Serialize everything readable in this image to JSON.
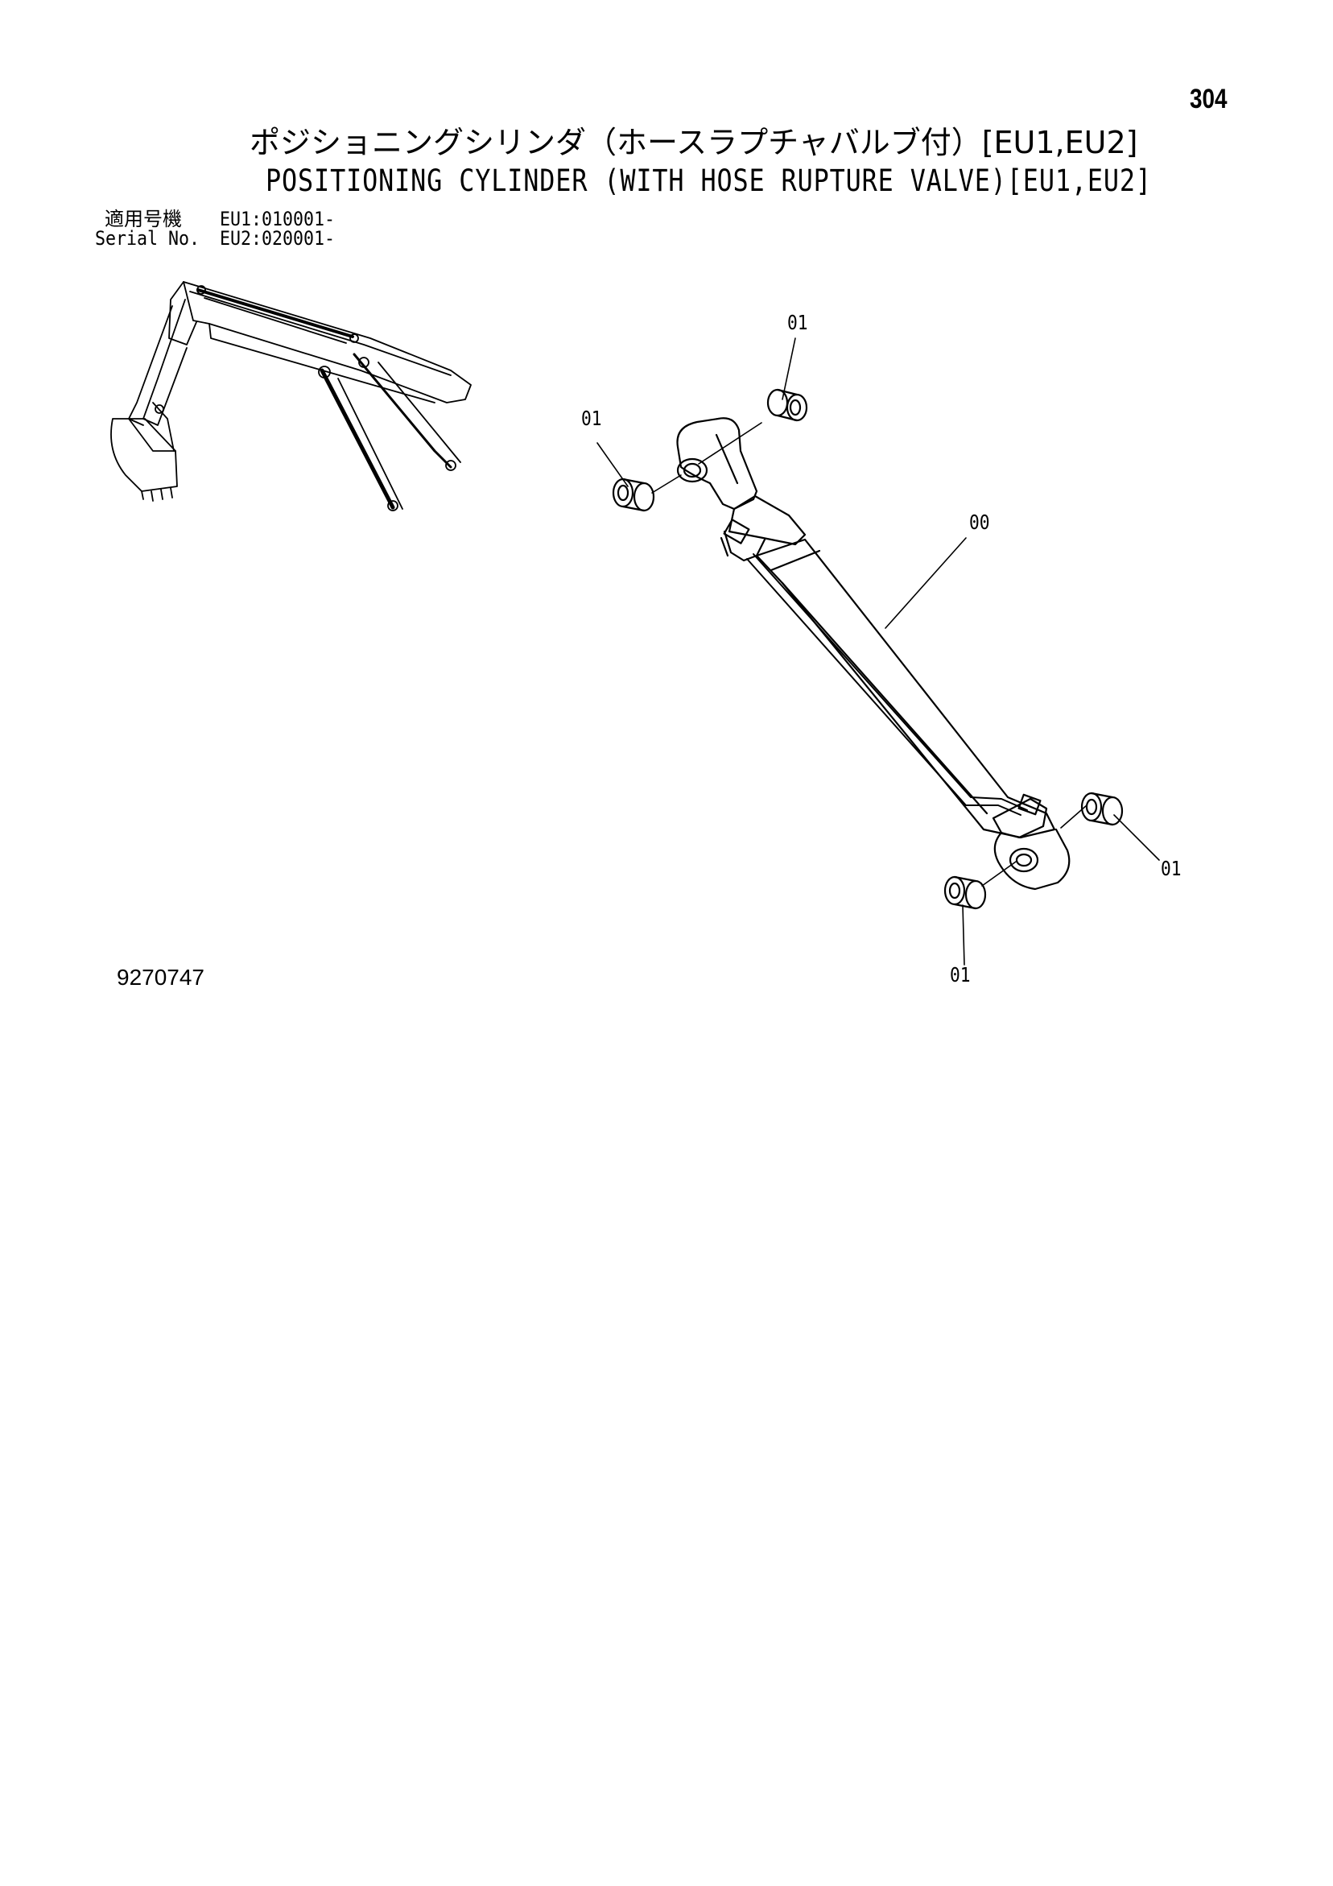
{
  "page_number": "304",
  "title_jp": "ポジショニングシリンダ（ホースラプチャバルブ付）[EU1,EU2]",
  "title_en": "POSITIONING CYLINDER (WITH HOSE RUPTURE VALVE)[EU1,EU2]",
  "serial": {
    "label_jp": "適用号機",
    "label_en": "Serial No.",
    "eu1": "EU1:010001-",
    "eu2": "EU2:020001-"
  },
  "callouts": {
    "bushing_top_right": "01",
    "bushing_top_left": "01",
    "cylinder": "00",
    "bushing_bottom_right": "01",
    "bushing_bottom_left": "01"
  },
  "drawing_number": "9270747"
}
